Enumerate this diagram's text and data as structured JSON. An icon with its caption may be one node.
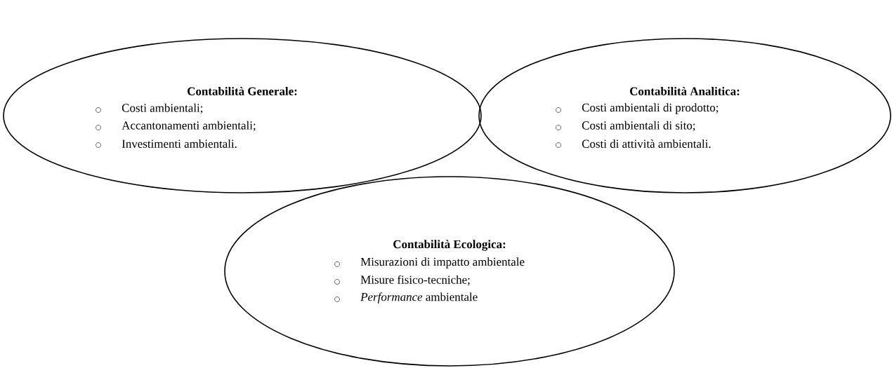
{
  "diagram": {
    "nodes": [
      {
        "text": [
          "Contabilità Generale:",
          "Costi ambientali;",
          "Accantonamenti ambientali;",
          "Investimenti ambientali."
        ]
      },
      {
        "text": [
          "Contabilità Analitica:",
          "Costi ambientali di prodotto;",
          "Costi ambientali di sito;",
          "Costi di attività ambientali."
        ]
      },
      {
        "text": [
          "Contabilità Ecologica:",
          "Misurazioni di impatto ambientale",
          "Misure fisico-tecniche;",
          "*Performance* ambientale"
        ]
      }
    ]
  }
}
